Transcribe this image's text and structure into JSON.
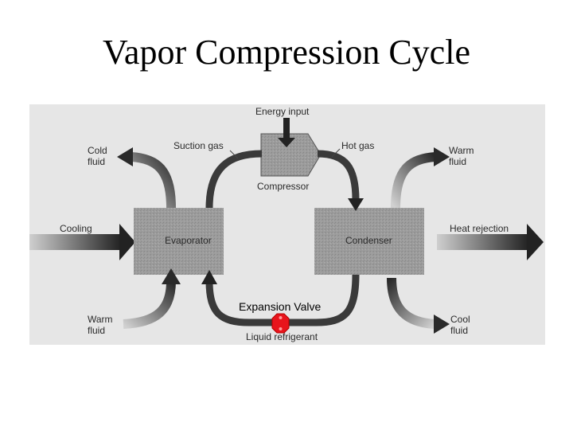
{
  "title": "Vapor Compression Cycle",
  "labels": {
    "energy_input": "Energy input",
    "suction_gas": "Suction gas",
    "hot_gas": "Hot gas",
    "cold_fluid_1": "Cold",
    "cold_fluid_2": "fluid",
    "warm_fluid_top_1": "Warm",
    "warm_fluid_top_2": "fluid",
    "compressor": "Compressor",
    "cooling": "Cooling",
    "heat_rejection": "Heat rejection",
    "evaporator": "Evaporator",
    "condenser": "Condenser",
    "expansion_valve": "Expansion Valve",
    "warm_fluid_bottom_1": "Warm",
    "warm_fluid_bottom_2": "fluid",
    "cool_fluid_1": "Cool",
    "cool_fluid_2": "fluid",
    "liquid_refrigerant": "Liquid refrigerant"
  },
  "colors": {
    "panel_bg": "#e6e6e6",
    "box_fill": "#9a9a9a",
    "arrow_dark": "#3a3a3a",
    "valve": "#e8141c"
  }
}
